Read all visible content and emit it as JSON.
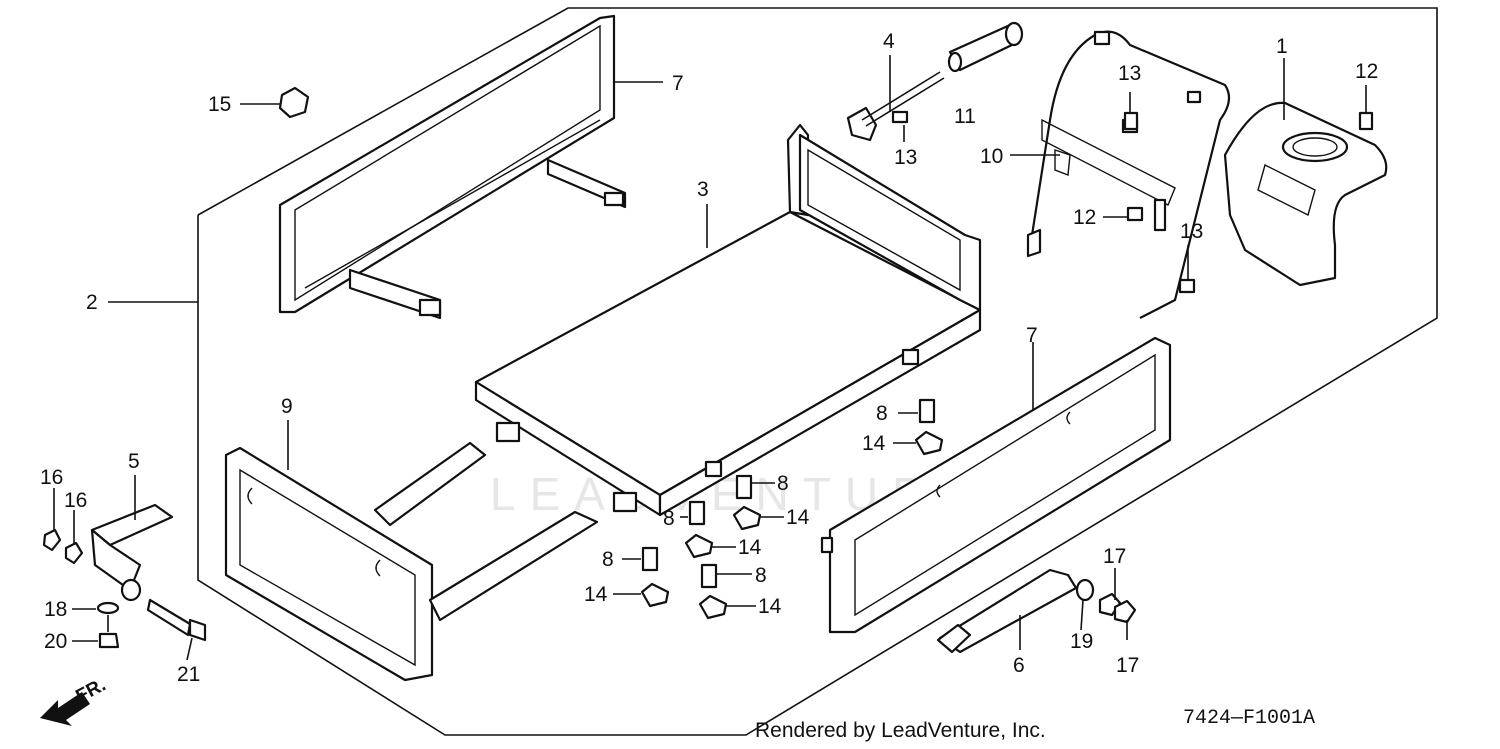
{
  "diagram": {
    "callouts": [
      {
        "id": "c1",
        "text": "1"
      },
      {
        "id": "c2",
        "text": "2"
      },
      {
        "id": "c3",
        "text": "3"
      },
      {
        "id": "c4",
        "text": "4"
      },
      {
        "id": "c5",
        "text": "5"
      },
      {
        "id": "c6",
        "text": "6"
      },
      {
        "id": "c7a",
        "text": "7"
      },
      {
        "id": "c7b",
        "text": "7"
      },
      {
        "id": "c8a",
        "text": "8"
      },
      {
        "id": "c8b",
        "text": "8"
      },
      {
        "id": "c8c",
        "text": "8"
      },
      {
        "id": "c8d",
        "text": "8"
      },
      {
        "id": "c8e",
        "text": "8"
      },
      {
        "id": "c9",
        "text": "9"
      },
      {
        "id": "c10",
        "text": "10"
      },
      {
        "id": "c11",
        "text": "11"
      },
      {
        "id": "c12a",
        "text": "12"
      },
      {
        "id": "c12b",
        "text": "12"
      },
      {
        "id": "c13a",
        "text": "13"
      },
      {
        "id": "c13b",
        "text": "13"
      },
      {
        "id": "c13c",
        "text": "13"
      },
      {
        "id": "c14a",
        "text": "14"
      },
      {
        "id": "c14b",
        "text": "14"
      },
      {
        "id": "c14c",
        "text": "14"
      },
      {
        "id": "c14d",
        "text": "14"
      },
      {
        "id": "c14e",
        "text": "14"
      },
      {
        "id": "c15",
        "text": "15"
      },
      {
        "id": "c16a",
        "text": "16"
      },
      {
        "id": "c16b",
        "text": "16"
      },
      {
        "id": "c17a",
        "text": "17"
      },
      {
        "id": "c17b",
        "text": "17"
      },
      {
        "id": "c18",
        "text": "18"
      },
      {
        "id": "c19",
        "text": "19"
      },
      {
        "id": "c20",
        "text": "20"
      },
      {
        "id": "c21",
        "text": "21"
      }
    ],
    "direction_label": "FR.",
    "footer": "Rendered by LeadVenture, Inc.",
    "figure_code": "7424—F1001A",
    "watermark_text": "LEADVENTURE"
  },
  "colors": {
    "ink": "#111111",
    "watermark": "#e4e4e4",
    "background": "#ffffff"
  }
}
